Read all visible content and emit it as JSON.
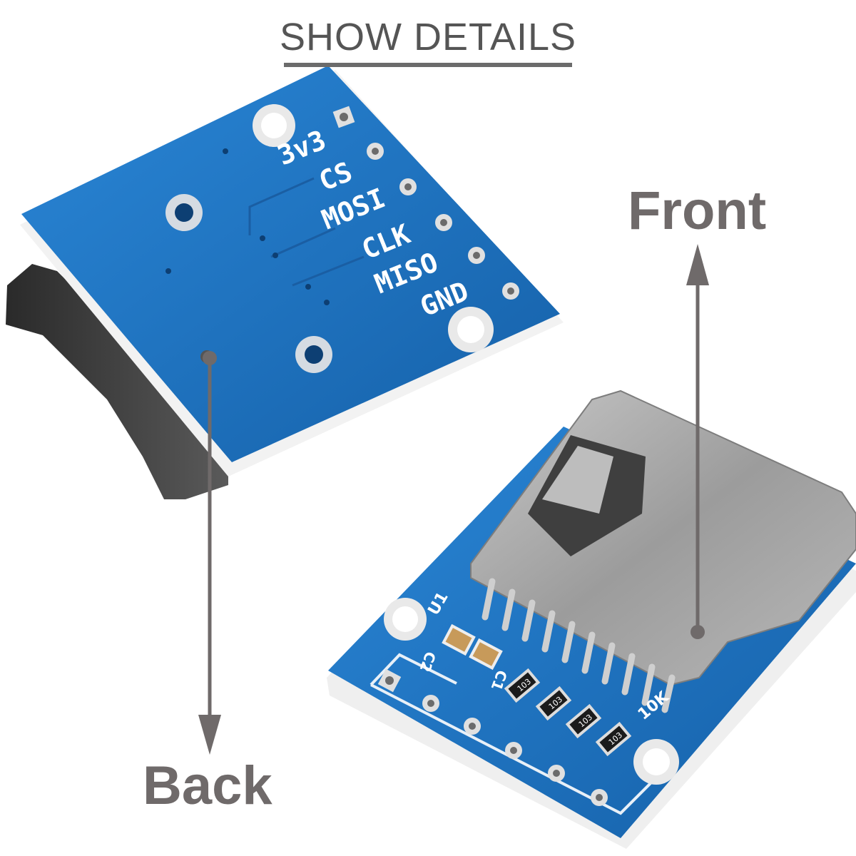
{
  "header": {
    "title": "SHOW DETAILS"
  },
  "labels": {
    "front": "Front",
    "back": "Back"
  },
  "back_board": {
    "pins": [
      "3v3",
      "CS",
      "MOSI",
      "CLK",
      "MISO",
      "GND"
    ]
  },
  "front_board": {
    "silkscreen": {
      "u1": "U1",
      "c2": "C2",
      "c1": "C1",
      "resistor_code": "103",
      "resistor_value": "10K"
    }
  },
  "colors": {
    "pcb_blue": "#1f74c0",
    "pcb_dark": "#0e4d8c",
    "arrow_gray": "#6f6a6a",
    "socket_metal": "#a9a9a9"
  }
}
